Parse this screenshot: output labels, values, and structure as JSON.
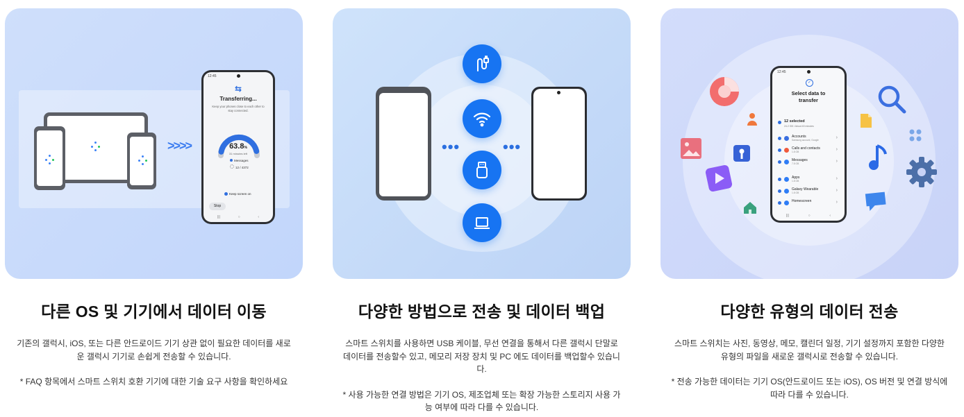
{
  "card1": {
    "phone": {
      "time": "12:45",
      "title": "Transferring...",
      "subtitle": "Keep your phones close to each other to stay connected.",
      "percent": "63.8",
      "percent_unit": "%",
      "time_left": "31 minutes left",
      "item": "Messages",
      "count": "12 / 4372",
      "keep_screen": "Keep screen on",
      "stop": "Stop",
      "progress_fraction": 0.638
    },
    "title": "다른 OS 및 기기에서 데이터 이동",
    "desc": "기존의 갤럭시, iOS, 또는 다른 안드로이드 기기 상관 없이 필요한 데이터를 새로운 갤럭시 기기로 손쉽게 전송할 수 있습니다.",
    "note": "* FAQ 항목에서 스마트 스위치 호환 기기에 대한 기술 요구 사항을 확인하세요"
  },
  "card2": {
    "icons": [
      "usb-cable-icon",
      "wifi-icon",
      "usb-drive-icon",
      "laptop-icon"
    ],
    "title": "다양한 방법으로 전송 및 데이터 백업",
    "desc": "스마트 스위치를 사용하면 USB 케이블, 무선 연결을 통해서 다른 갤럭시 단말로 데이터를 전송할수 있고, 메모리 저장 장치 및 PC 에도 데이터를 백업할수 있습니다.",
    "note": "* 사용 가능한 연결 방법은 기기 OS, 제조업체 또는 확장 가능한 스토리지 사용 가능 여부에 따라 다를 수 있습니다."
  },
  "card3": {
    "phone": {
      "time": "12:45",
      "title": "Select data to transfer",
      "selected": "12 selected",
      "selected_sub": "24.2 GB / About 40 minutes",
      "items": [
        {
          "label": "Accounts",
          "sub": "Samsung account, Google",
          "color": "#3b6fe0"
        },
        {
          "label": "Calls and contacts",
          "sub": "1.8 GB",
          "color": "#f05a3c"
        },
        {
          "label": "Messages",
          "sub": "7.8 GB",
          "color": "#2f7df6"
        },
        {
          "label": "Apps",
          "sub": "1.8 GB",
          "color": "#2f7df6"
        },
        {
          "label": "Galaxy Wearable",
          "sub": "1.8 GB",
          "color": "#2f7df6"
        },
        {
          "label": "Homescreen",
          "sub": "",
          "color": "#2f7df6"
        }
      ]
    },
    "icons": [
      "pie-chart-icon",
      "search-icon",
      "person-icon",
      "document-icon",
      "photo-icon",
      "folder-icon",
      "music-note-icon",
      "apps-grid-icon",
      "video-icon",
      "settings-icon",
      "home-icon",
      "chat-icon"
    ],
    "title": "다양한 유형의 데이터 전송",
    "desc": "스마트 스위치는 사진, 동영상, 메모, 캘린더 일정, 기기 설정까지 포함한 다양한 유형의 파일을 새로운 갤럭시로 전송할 수 있습니다.",
    "note": "* 전송 가능한 데이터는 기기 OS(안드로이드 또는 iOS), OS 버전 및 연결 방식에 따라 다를 수 있습니다."
  }
}
